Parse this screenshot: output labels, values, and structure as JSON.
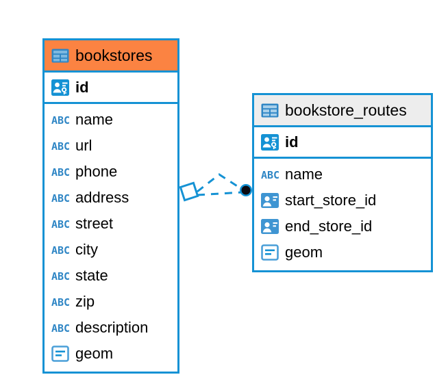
{
  "diagram": {
    "type": "entity-relationship-diagram",
    "background_color": "#ffffff",
    "accent_color": "#1592d4",
    "selected_color": "#fb8342",
    "inactive_header_color": "#ededed"
  },
  "entities": [
    {
      "name": "bookstores",
      "selected": true,
      "header_icon": "table-icon",
      "primary_key": {
        "name": "id",
        "icon": "primary-key-icon"
      },
      "fields": [
        {
          "name": "name",
          "icon": "text-abc-icon"
        },
        {
          "name": "url",
          "icon": "text-abc-icon"
        },
        {
          "name": "phone",
          "icon": "text-abc-icon"
        },
        {
          "name": "address",
          "icon": "text-abc-icon"
        },
        {
          "name": "street",
          "icon": "text-abc-icon"
        },
        {
          "name": "city",
          "icon": "text-abc-icon"
        },
        {
          "name": "state",
          "icon": "text-abc-icon"
        },
        {
          "name": "zip",
          "icon": "text-abc-icon"
        },
        {
          "name": "description",
          "icon": "text-abc-icon"
        },
        {
          "name": "geom",
          "icon": "geometry-icon"
        }
      ]
    },
    {
      "name": "bookstore_routes",
      "selected": false,
      "header_icon": "table-icon",
      "primary_key": {
        "name": "id",
        "icon": "primary-key-icon"
      },
      "fields": [
        {
          "name": "name",
          "icon": "text-abc-icon"
        },
        {
          "name": "start_store_id",
          "icon": "foreign-key-icon"
        },
        {
          "name": "end_store_id",
          "icon": "foreign-key-icon"
        },
        {
          "name": "geom",
          "icon": "geometry-icon"
        }
      ]
    }
  ],
  "relationship": {
    "style": "dashed",
    "color": "#1592d4",
    "source_marker": "diamond",
    "target_marker": "filled-circle",
    "branches": 2
  }
}
